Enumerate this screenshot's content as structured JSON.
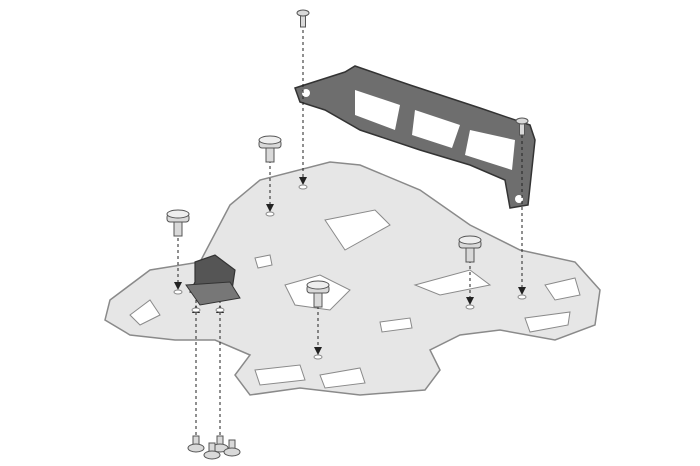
{
  "diagram": {
    "type": "exploded-assembly",
    "colors": {
      "background": "#ffffff",
      "plate_fill": "#e6e6e6",
      "plate_stroke": "#8a8a8a",
      "bracket_fill": "#6e6e6e",
      "bracket_stroke": "#333333",
      "hardware_fill": "#d9d9d9",
      "lock_fill": "#555555",
      "guide_line": "#222222"
    },
    "parts": [
      "rack-plate",
      "reinforcement-bracket",
      "spacer",
      "bolt",
      "lock-mount"
    ]
  }
}
